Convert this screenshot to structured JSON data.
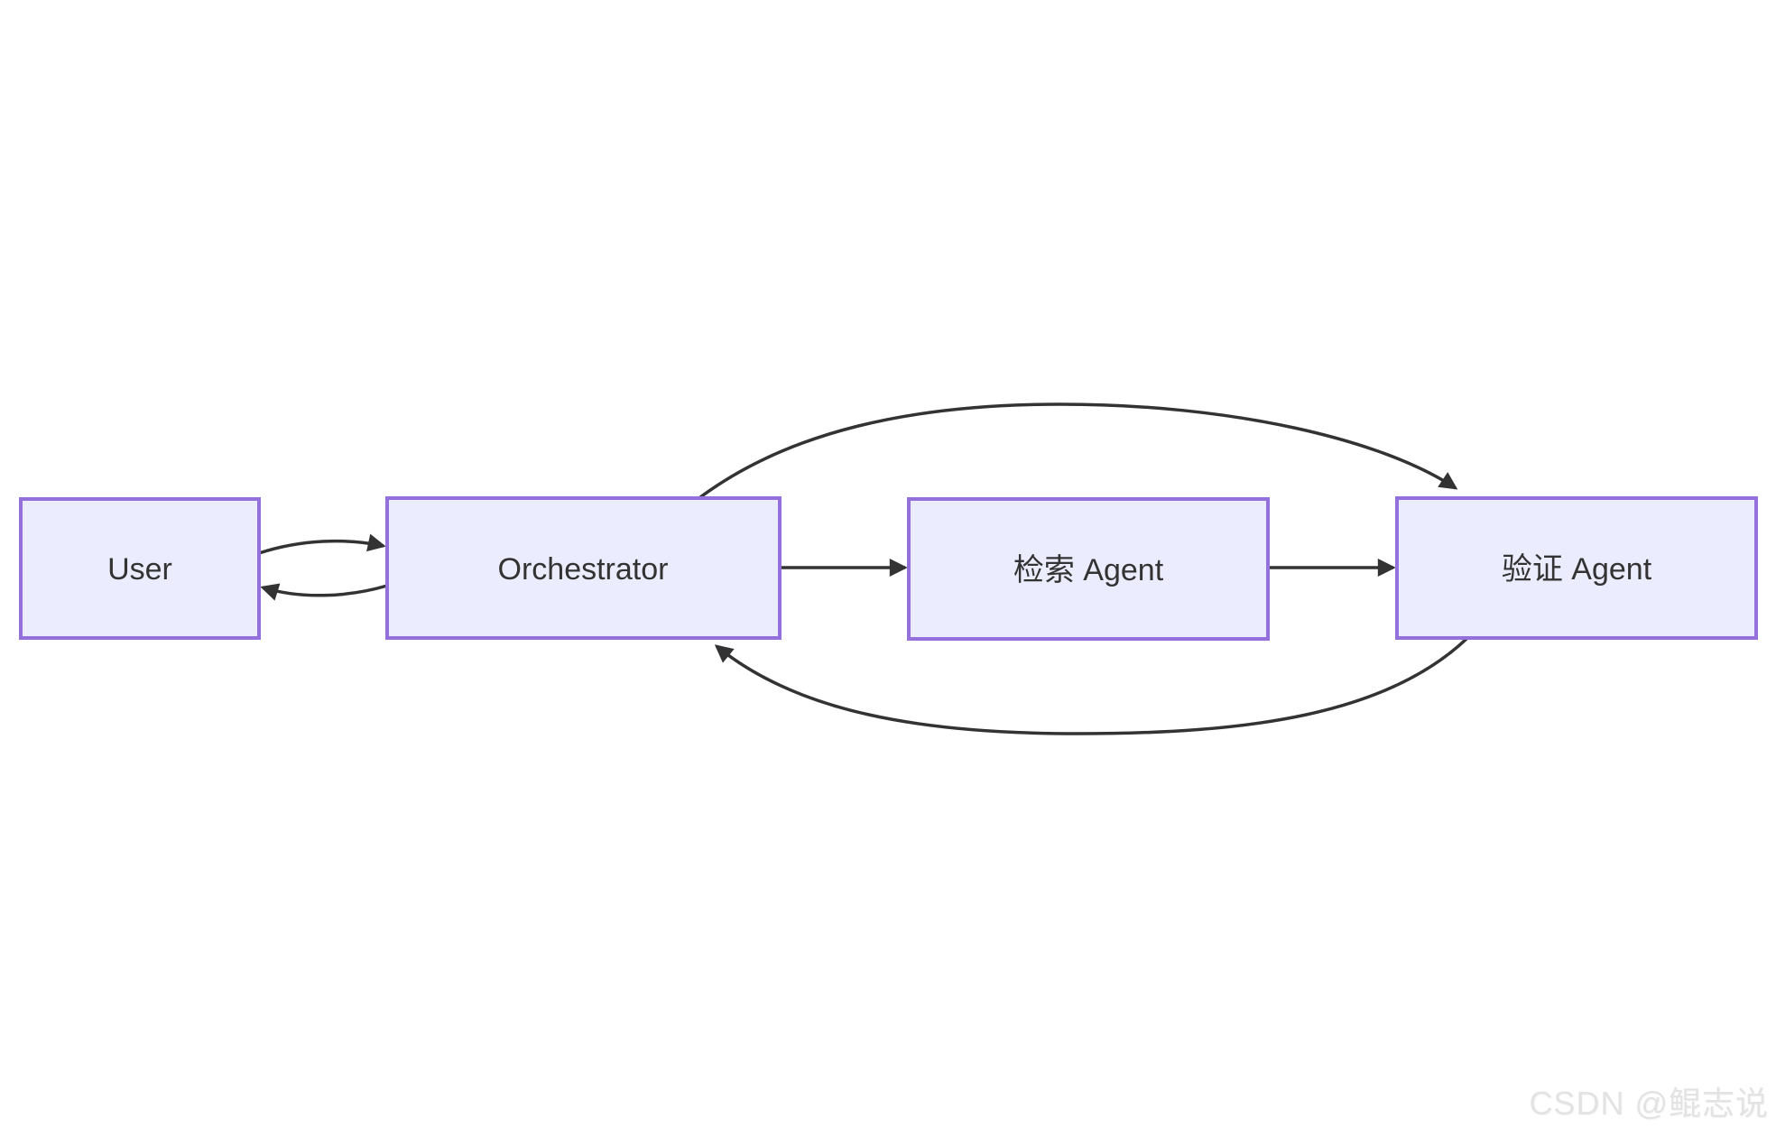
{
  "diagram": {
    "type": "flowchart-left-to-right",
    "nodes": [
      {
        "id": "user",
        "label": "User"
      },
      {
        "id": "orchestrator",
        "label": "Orchestrator"
      },
      {
        "id": "retrieval-agent",
        "label": "检索 Agent"
      },
      {
        "id": "verification-agent",
        "label": "验证 Agent"
      }
    ],
    "edges": [
      {
        "from": "User",
        "to": "Orchestrator"
      },
      {
        "from": "Orchestrator",
        "to": "User"
      },
      {
        "from": "Orchestrator",
        "to": "检索 Agent"
      },
      {
        "from": "检索 Agent",
        "to": "验证 Agent"
      },
      {
        "from": "Orchestrator",
        "to": "验证 Agent"
      },
      {
        "from": "验证 Agent",
        "to": "Orchestrator"
      }
    ],
    "colors": {
      "node_fill": "#ECECFF",
      "node_border": "#9370DB",
      "node_text": "#333333",
      "edge": "#333333"
    }
  },
  "watermark": {
    "text": "CSDN @鲲志说",
    "color": "#E3E3E3"
  }
}
